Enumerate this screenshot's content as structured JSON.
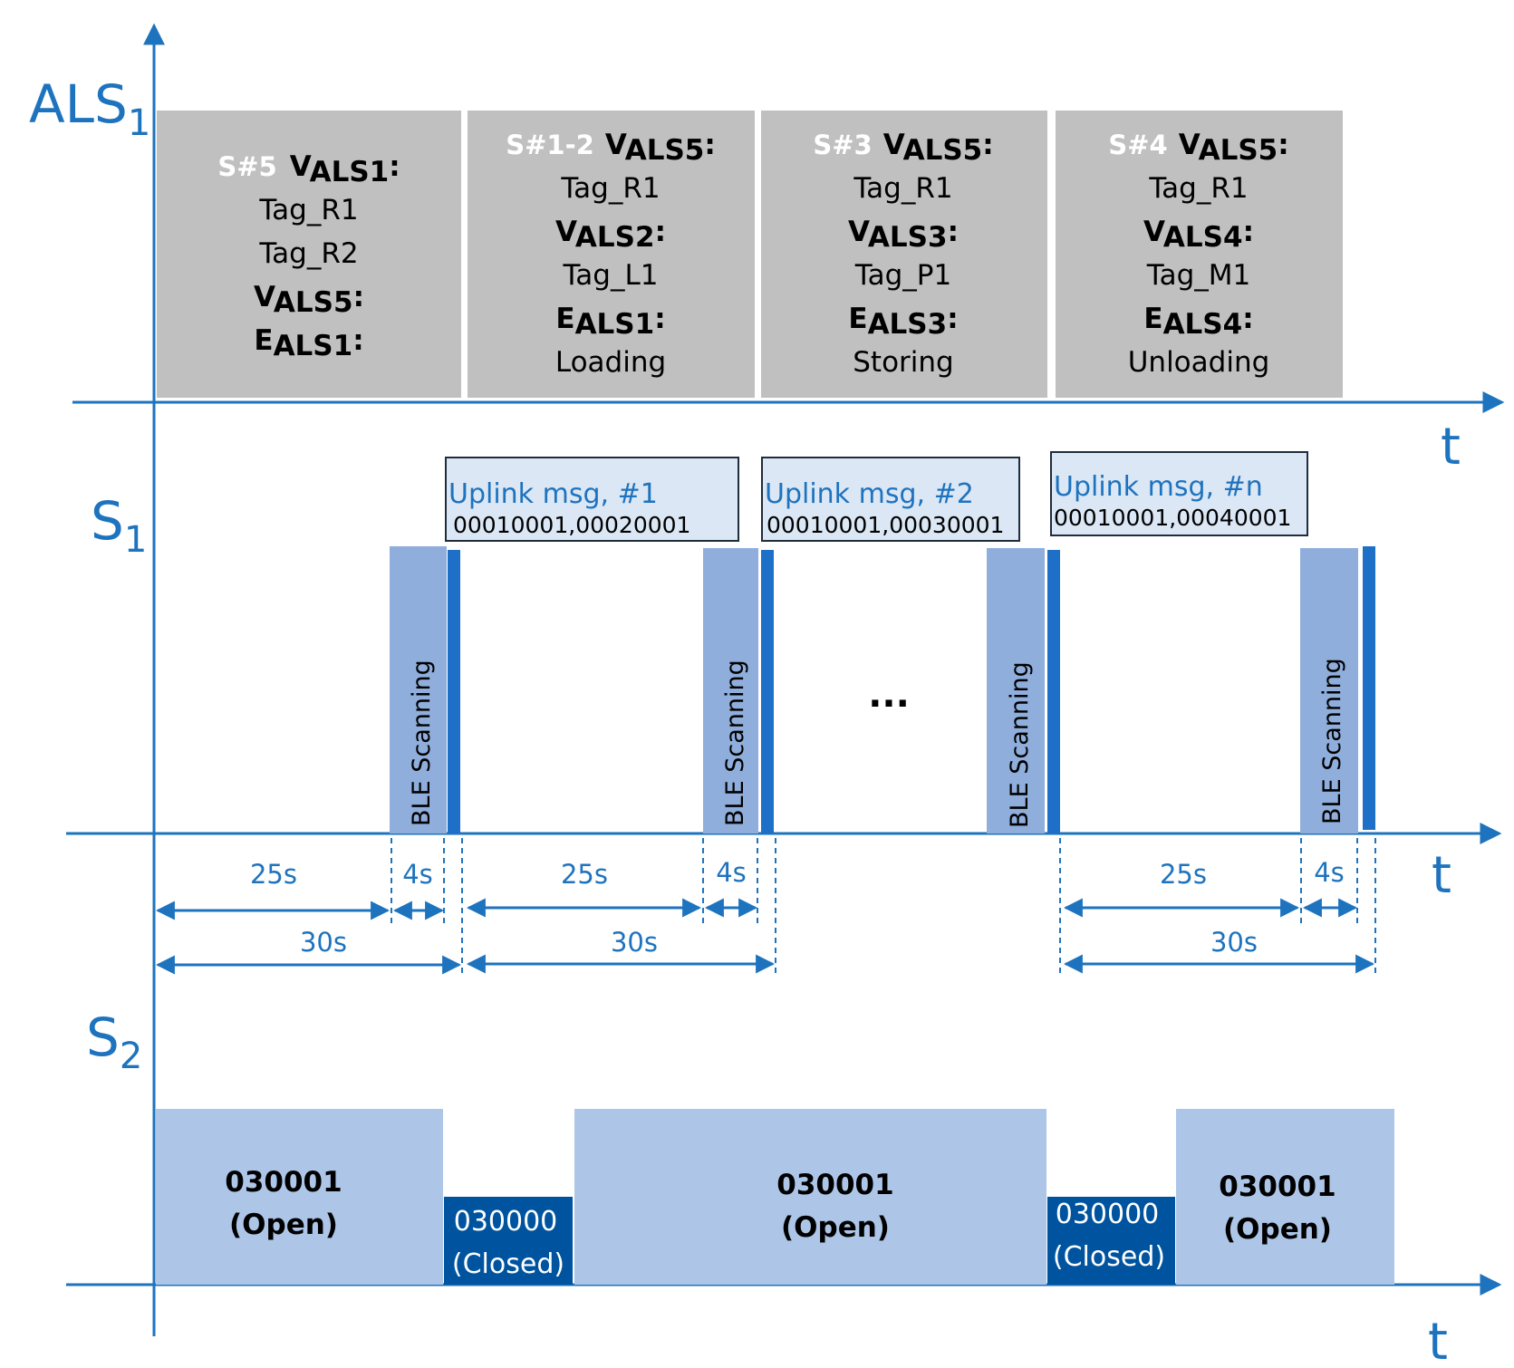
{
  "axes": {
    "als": {
      "main": "ALS",
      "sub": "1"
    },
    "s1": {
      "main": "S",
      "sub": "1"
    },
    "s2": {
      "main": "S",
      "sub": "2"
    },
    "t_label": "t"
  },
  "als_blocks": [
    {
      "lines": [
        {
          "head": "S#5",
          "v": "V",
          "vsub": "ALS1",
          "suffix": ":"
        },
        {
          "text": "Tag_R1"
        },
        {
          "text": "Tag_R2"
        },
        {
          "v": "V",
          "vsub": "ALS5",
          "suffix": ":"
        },
        {
          "v": "E",
          "vsub": "ALS1",
          "suffix": ":"
        }
      ]
    },
    {
      "lines": [
        {
          "head": "S#1-2",
          "v": "V",
          "vsub": "ALS5",
          "suffix": ":"
        },
        {
          "text": "Tag_R1"
        },
        {
          "v": "V",
          "vsub": "ALS2",
          "suffix": ":"
        },
        {
          "text": "Tag_L1"
        },
        {
          "v": "E",
          "vsub": "ALS1",
          "suffix": ":"
        },
        {
          "text": "Loading"
        }
      ]
    },
    {
      "lines": [
        {
          "head": "S#3",
          "v": "V",
          "vsub": "ALS5",
          "suffix": ":"
        },
        {
          "text": "Tag_R1"
        },
        {
          "v": "V",
          "vsub": "ALS3",
          "suffix": ":"
        },
        {
          "text": "Tag_P1"
        },
        {
          "v": "E",
          "vsub": "ALS3",
          "suffix": ":"
        },
        {
          "text": "Storing"
        }
      ]
    },
    {
      "lines": [
        {
          "head": "S#4",
          "v": "V",
          "vsub": "ALS5",
          "suffix": ":"
        },
        {
          "text": "Tag_R1"
        },
        {
          "v": "V",
          "vsub": "ALS4",
          "suffix": ":"
        },
        {
          "text": "Tag_M1"
        },
        {
          "v": "E",
          "vsub": "ALS4",
          "suffix": ":"
        },
        {
          "text": "Unloading"
        }
      ]
    }
  ],
  "uplink_msgs": [
    {
      "title": "Uplink msg, #1",
      "code": "00010001,00020001"
    },
    {
      "title": "Uplink msg, #2",
      "code": "00010001,00030001"
    },
    {
      "title": "Uplink msg, #n",
      "code": "00010001,00040001"
    }
  ],
  "ble_label": "BLE Scanning",
  "ellipsis": "...",
  "durations": {
    "wait": "25s",
    "scan": "4s",
    "cycle": "30s"
  },
  "s2_states": [
    {
      "code": "030001",
      "label": "(Open)",
      "kind": "open"
    },
    {
      "code": "030000",
      "label": "(Closed)",
      "kind": "closed"
    },
    {
      "code": "030001",
      "label": "(Open)",
      "kind": "open"
    },
    {
      "code": "030000",
      "label": "(Closed)",
      "kind": "closed"
    },
    {
      "code": "030001",
      "label": "(Open)",
      "kind": "open"
    }
  ],
  "colors": {
    "axis": "#1e73be",
    "als_block": "#c0c0c0",
    "msg_box": "#dbe7f5",
    "ble_bar": "#8faedc",
    "ble_strip": "#1e6fc8",
    "open_state": "#adc6e8",
    "closed_state": "#00549f"
  }
}
